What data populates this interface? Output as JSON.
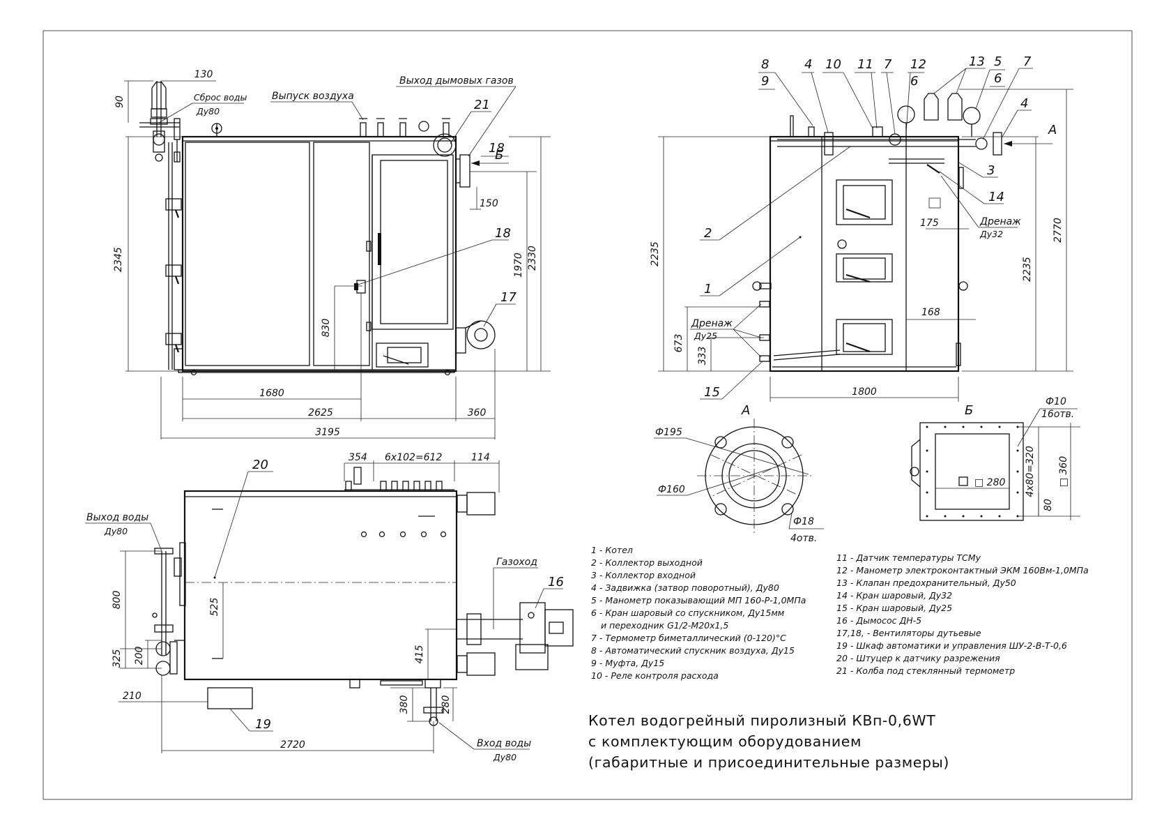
{
  "title": {
    "line1": "Котел водогрейный пиролизный КВп-0,6WT",
    "line2": "с комплектующим оборудованием",
    "line3": "(габаритные и присоединительные размеры)"
  },
  "labels": {
    "sbros_vody": "Сброс воды",
    "du80": "Ду80",
    "vypusk_vozdukha": "Выпуск воздуха",
    "vykhod_dymovykh": "Выход дымовых газов",
    "drenazh": "Дренаж",
    "du32": "Ду32",
    "du25": "Ду25",
    "vykhod_vody": "Выход воды",
    "vkhod_vody": "Вход воды",
    "gazokhod": "Газоход",
    "view_a": "А",
    "view_b": "Б",
    "phi195": "Ф195",
    "phi160": "Ф160",
    "phi18": "Ф18",
    "otv4": "4отв.",
    "phi10": "Ф10",
    "otv16": "16отв.",
    "d4x80": "4х80=320",
    "sq360": "□ 360",
    "sq280": "□ 280"
  },
  "dims": {
    "d130": "130",
    "d90": "90",
    "d2345": "2345",
    "d150": "150",
    "d1970": "1970",
    "d2330": "2330",
    "d830": "830",
    "d1680": "1680",
    "d2625": "2625",
    "d360": "360",
    "d3195": "3195",
    "d2235": "2235",
    "d2770": "2770",
    "d175": "175",
    "d168": "168",
    "d673": "673",
    "d333": "333",
    "d1800": "1800",
    "d354": "354",
    "d6x102": "6х102=612",
    "d114": "114",
    "d800": "800",
    "d525": "525",
    "d325": "325",
    "d200": "200",
    "d415": "415",
    "d210": "210",
    "d380": "380",
    "d280": "280",
    "d2720": "2720",
    "d80": "80"
  },
  "callouts": {
    "c1": "1",
    "c2": "2",
    "c3": "3",
    "c4": "4",
    "c5": "5",
    "c6": "6",
    "c7": "7",
    "c8": "8",
    "c9": "9",
    "c10": "10",
    "c11": "11",
    "c12": "12",
    "c13": "13",
    "c14": "14",
    "c15": "15",
    "c16": "16",
    "c17": "17",
    "c18": "18",
    "c19": "19",
    "c20": "20",
    "c21": "21"
  },
  "legend_left": [
    "1 - Котел",
    "2 - Коллектор выходной",
    "3 - Коллектор входной",
    "4 - Задвижка (затвор поворотный), Ду80",
    "5 - Манометр показывающий МП 160-Р-1,0МПа",
    "6 - Кран шаровый со спускником, Ду15мм",
    "     и переходник G1/2-M20х1,5",
    "7 - Термометр биметаллический (0-120)°С",
    "8 - Автоматический спускник воздуха, Ду15",
    "9 - Муфта, Ду15",
    "10 - Реле контроля расхода"
  ],
  "legend_right": [
    "11 - Датчик температуры ТСМу",
    "12 - Манометр электроконтактный ЭКМ 160Вм-1,0МПа",
    "13 - Клапан предохранительный, Ду50",
    "14 - Кран шаровый, Ду32",
    "15 - Кран шаровый, Ду25",
    "16 - Дымосос ДН-5",
    "17,18, - Вентиляторы дутьевые",
    "19 - Шкаф автоматики и управления ШУ-2-В-Т-0,6",
    "20 - Штуцер к датчику разрежения",
    "21 - Колба под стеклянный термометр"
  ]
}
